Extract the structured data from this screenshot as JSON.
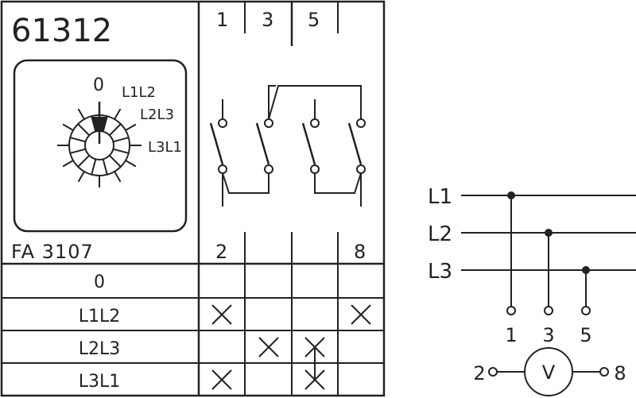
{
  "article_number": "61312",
  "type_code": "FA 3107",
  "dial": {
    "positions": [
      "0",
      "L1L2",
      "L2L3",
      "L3L1"
    ]
  },
  "terminals_top": [
    "1",
    "3",
    "5"
  ],
  "terminals_bottom": [
    "2",
    "8"
  ],
  "switching_table": {
    "rows": [
      {
        "label": "0",
        "closed": []
      },
      {
        "label": "L1L2",
        "closed": [
          0,
          3
        ]
      },
      {
        "label": "L2L3",
        "closed": [
          1,
          2
        ]
      },
      {
        "label": "L3L1",
        "closed": [
          0,
          2
        ]
      }
    ]
  },
  "wiring": {
    "lines": [
      "L1",
      "L2",
      "L3"
    ],
    "terminals": [
      "1",
      "3",
      "5"
    ],
    "meter_left": "2",
    "meter_symbol": "V",
    "meter_right": "8"
  }
}
